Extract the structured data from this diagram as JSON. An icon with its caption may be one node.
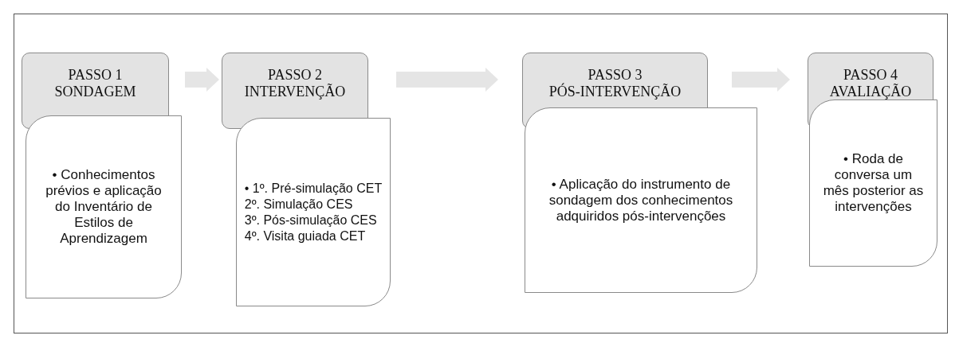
{
  "diagram": {
    "nodes": [
      {
        "text": [
          "PASSO 1",
          "SONDAGEM"
        ]
      },
      {
        "text": [
          "• Conhecimentos prévios e aplicação do Inventário de Estilos de Aprendizagem"
        ]
      },
      {
        "text": [
          "PASSO 2",
          "INTERVENÇÃO"
        ]
      },
      {
        "text": [
          "• 1º. Pré-simulação CET",
          "2º. Simulação CES",
          "3º. Pós-simulação CES",
          "4º. Visita guiada CET"
        ]
      },
      {
        "text": [
          "PASSO 3",
          "PÓS-INTERVENÇÃO"
        ]
      },
      {
        "text": [
          "• Aplicação do instrumento de sondagem dos conhecimentos adquiridos pós-intervenções"
        ]
      },
      {
        "text": [
          "PASSO 4",
          "AVALIAÇÃO"
        ]
      },
      {
        "text": [
          "• Roda de conversa um mês posterior as intervenções"
        ]
      }
    ],
    "edges": [
      {
        "from": 0,
        "to": 2,
        "arrow": "to"
      },
      {
        "from": 2,
        "to": 4,
        "arrow": "to"
      },
      {
        "from": 4,
        "to": 6,
        "arrow": "to"
      }
    ]
  }
}
